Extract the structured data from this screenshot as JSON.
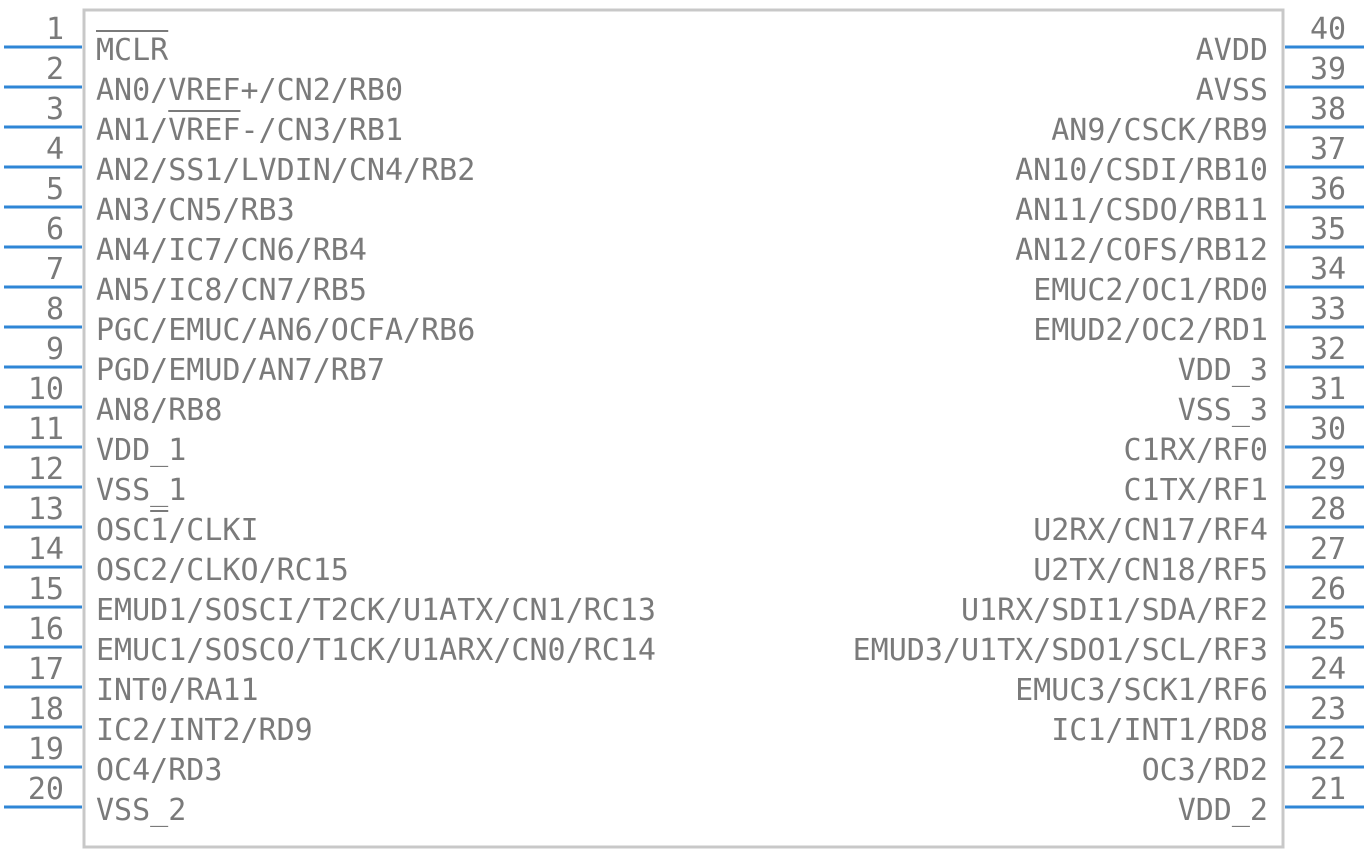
{
  "component": {
    "body_fill": "#ffffff",
    "body_stroke": "#c8c8c8",
    "pin_color": "#2f86d6",
    "text_color": "#7a7a7a"
  },
  "left_pins": [
    {
      "number": "1",
      "label": "MCLR",
      "overbar": "MCLR"
    },
    {
      "number": "2",
      "label": "AN0/VREF+/CN2/RB0"
    },
    {
      "number": "3",
      "label": "AN1/VREF-/CN3/RB1",
      "overbar": "VREF"
    },
    {
      "number": "4",
      "label": "AN2/SS1/LVDIN/CN4/RB2"
    },
    {
      "number": "5",
      "label": "AN3/CN5/RB3"
    },
    {
      "number": "6",
      "label": "AN4/IC7/CN6/RB4"
    },
    {
      "number": "7",
      "label": "AN5/IC8/CN7/RB5"
    },
    {
      "number": "8",
      "label": "PGC/EMUC/AN6/OCFA/RB6"
    },
    {
      "number": "9",
      "label": "PGD/EMUD/AN7/RB7"
    },
    {
      "number": "10",
      "label": "AN8/RB8"
    },
    {
      "number": "11",
      "label": "VDD_1"
    },
    {
      "number": "12",
      "label": "VSS_1"
    },
    {
      "number": "13",
      "label": "OSC1/CLKI",
      "overbar": "1"
    },
    {
      "number": "14",
      "label": "OSC2/CLKO/RC15"
    },
    {
      "number": "15",
      "label": "EMUD1/SOSCI/T2CK/U1ATX/CN1/RC13"
    },
    {
      "number": "16",
      "label": "EMUC1/SOSCO/T1CK/U1ARX/CN0/RC14"
    },
    {
      "number": "17",
      "label": "INT0/RA11"
    },
    {
      "number": "18",
      "label": "IC2/INT2/RD9"
    },
    {
      "number": "19",
      "label": "OC4/RD3"
    },
    {
      "number": "20",
      "label": "VSS_2"
    }
  ],
  "right_pins": [
    {
      "number": "40",
      "label": "AVDD"
    },
    {
      "number": "39",
      "label": "AVSS"
    },
    {
      "number": "38",
      "label": "AN9/CSCK/RB9"
    },
    {
      "number": "37",
      "label": "AN10/CSDI/RB10"
    },
    {
      "number": "36",
      "label": "AN11/CSDO/RB11"
    },
    {
      "number": "35",
      "label": "AN12/COFS/RB12"
    },
    {
      "number": "34",
      "label": "EMUC2/OC1/RD0"
    },
    {
      "number": "33",
      "label": "EMUD2/OC2/RD1"
    },
    {
      "number": "32",
      "label": "VDD_3"
    },
    {
      "number": "31",
      "label": "VSS_3"
    },
    {
      "number": "30",
      "label": "C1RX/RF0"
    },
    {
      "number": "29",
      "label": "C1TX/RF1"
    },
    {
      "number": "28",
      "label": "U2RX/CN17/RF4"
    },
    {
      "number": "27",
      "label": "U2TX/CN18/RF5"
    },
    {
      "number": "26",
      "label": "U1RX/SDI1/SDA/RF2"
    },
    {
      "number": "25",
      "label": "EMUD3/U1TX/SDO1/SCL/RF3"
    },
    {
      "number": "24",
      "label": "EMUC3/SCK1/RF6"
    },
    {
      "number": "23",
      "label": "IC1/INT1/RD8"
    },
    {
      "number": "22",
      "label": "OC3/RD2"
    },
    {
      "number": "21",
      "label": "VDD_2"
    }
  ]
}
